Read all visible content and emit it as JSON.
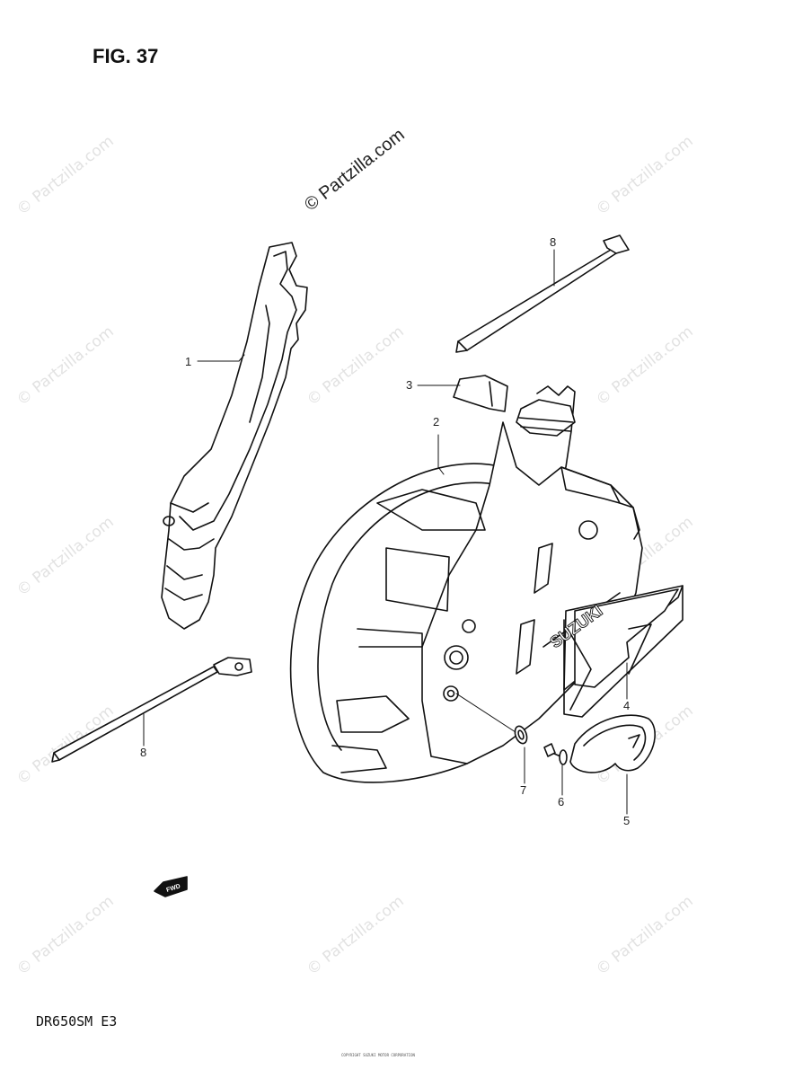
{
  "figure": {
    "title": "FIG. 37",
    "model": "DR650SM  E3",
    "credit": "© Partzilla.com",
    "watermark": "© Partzilla.com",
    "callouts": {
      "c1": "1",
      "c2": "2",
      "c3": "3",
      "c4": "4",
      "c5": "5",
      "c6": "6",
      "c7": "7",
      "c8a": "8",
      "c8b": "8"
    },
    "brand_label": "SUZUKI",
    "fwd_label": "FWD",
    "footer": "COPYRIGHT SUZUKI MOTOR CORPORATION"
  }
}
